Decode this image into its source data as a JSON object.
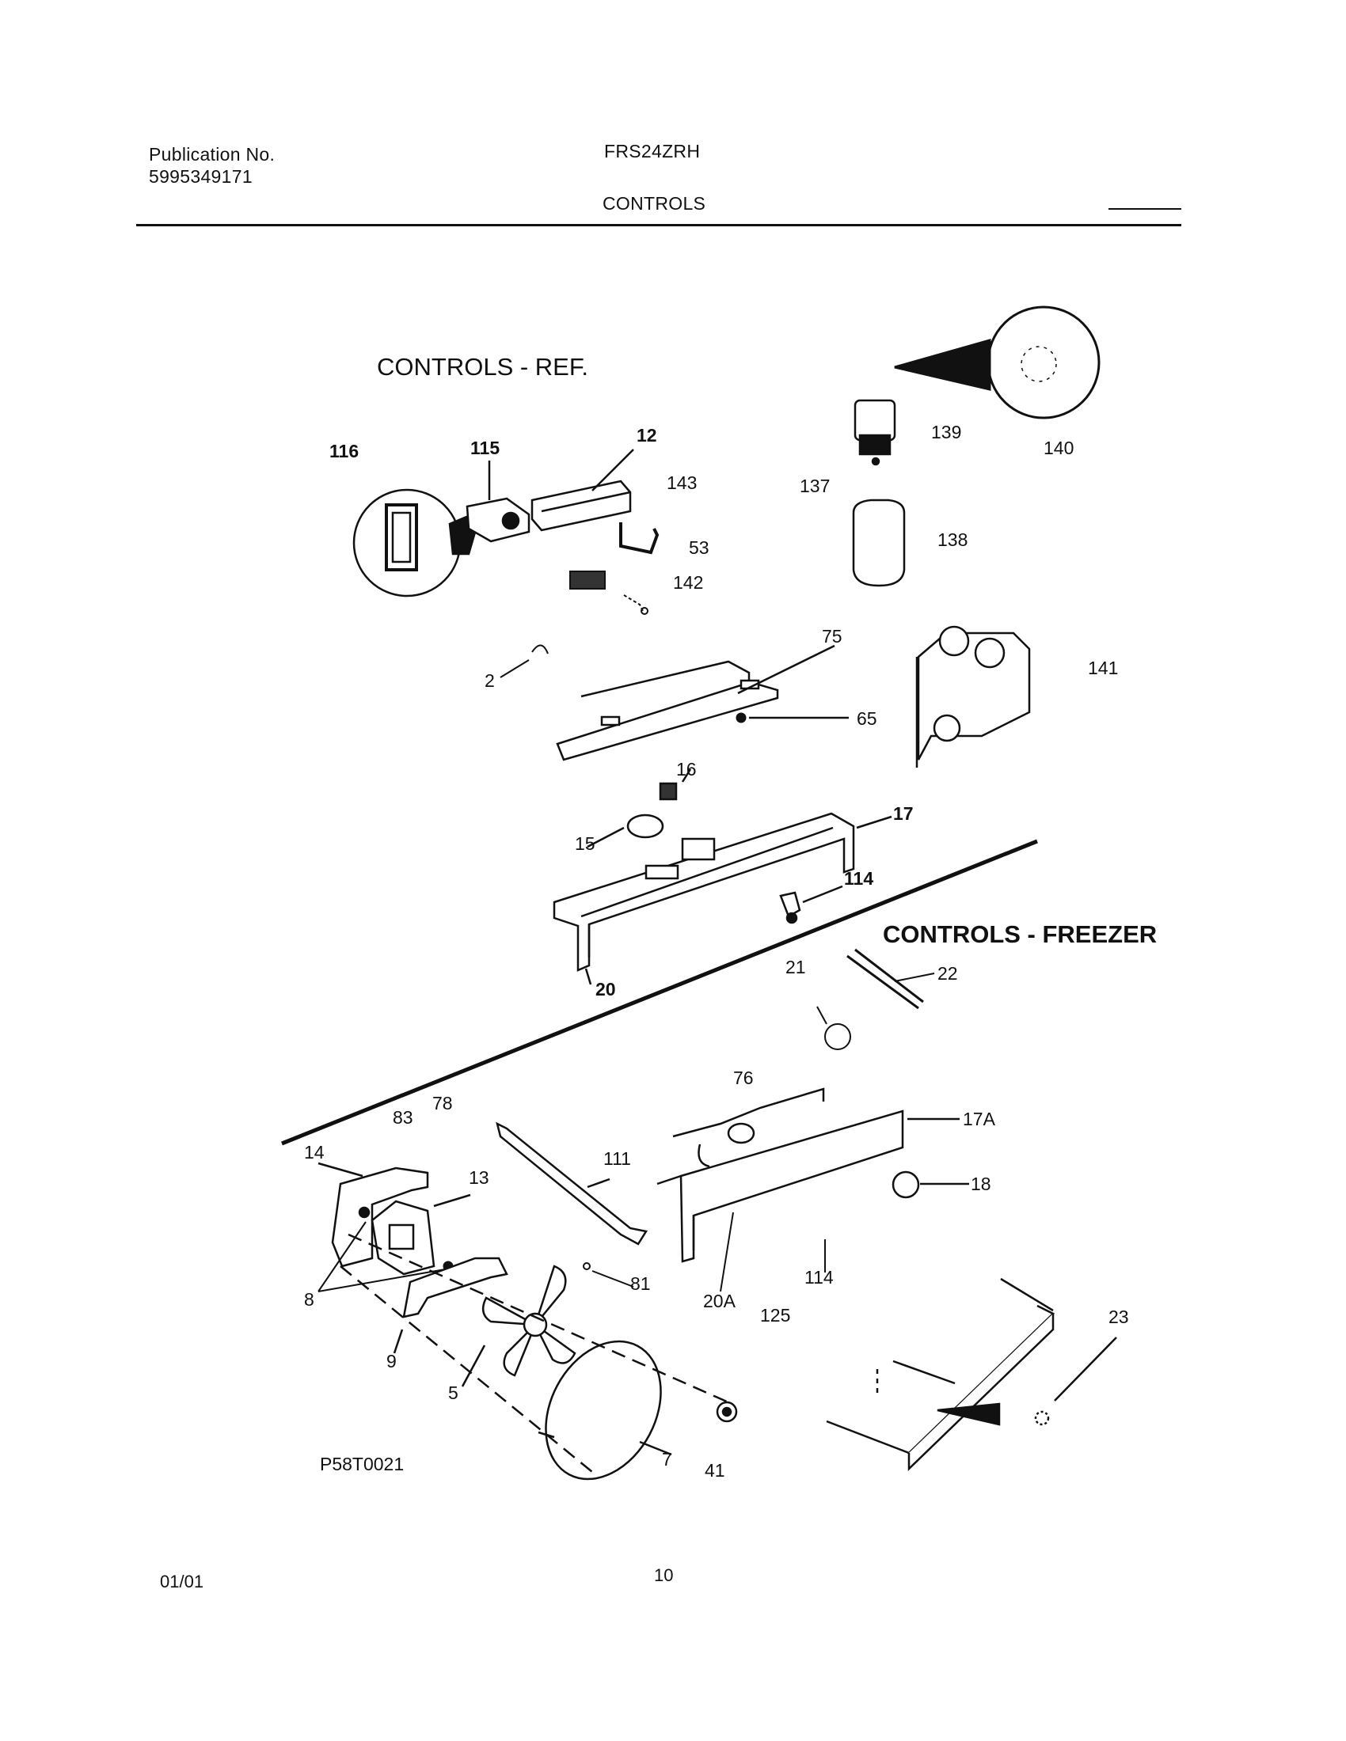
{
  "header": {
    "publication_label": "Publication No.",
    "publication_number": "5995349171",
    "model": "FRS24ZRH",
    "section": "CONTROLS"
  },
  "diagram": {
    "sections": {
      "ref": "CONTROLS  -  REF.",
      "freezer": "CONTROLS  -  FREEZER"
    },
    "figure_code": "P58T0021",
    "callouts": [
      {
        "id": "116",
        "label": "116"
      },
      {
        "id": "115",
        "label": "115"
      },
      {
        "id": "12",
        "label": "12"
      },
      {
        "id": "143",
        "label": "143"
      },
      {
        "id": "53",
        "label": "53"
      },
      {
        "id": "142",
        "label": "142"
      },
      {
        "id": "139",
        "label": "139"
      },
      {
        "id": "140",
        "label": "140"
      },
      {
        "id": "137",
        "label": "137"
      },
      {
        "id": "138",
        "label": "138"
      },
      {
        "id": "75",
        "label": "75"
      },
      {
        "id": "2",
        "label": "2"
      },
      {
        "id": "65",
        "label": "65"
      },
      {
        "id": "141",
        "label": "141"
      },
      {
        "id": "16",
        "label": "16"
      },
      {
        "id": "15",
        "label": "15"
      },
      {
        "id": "17",
        "label": "17"
      },
      {
        "id": "114a",
        "label": "114"
      },
      {
        "id": "20",
        "label": "20"
      },
      {
        "id": "21",
        "label": "21"
      },
      {
        "id": "22",
        "label": "22"
      },
      {
        "id": "76",
        "label": "76"
      },
      {
        "id": "17A",
        "label": "17A"
      },
      {
        "id": "83",
        "label": "83"
      },
      {
        "id": "78",
        "label": "78"
      },
      {
        "id": "14",
        "label": "14"
      },
      {
        "id": "13",
        "label": "13"
      },
      {
        "id": "111",
        "label": "111"
      },
      {
        "id": "18",
        "label": "18"
      },
      {
        "id": "8",
        "label": "8"
      },
      {
        "id": "81",
        "label": "81"
      },
      {
        "id": "20A",
        "label": "20A"
      },
      {
        "id": "114b",
        "label": "114"
      },
      {
        "id": "125",
        "label": "125"
      },
      {
        "id": "9",
        "label": "9"
      },
      {
        "id": "5",
        "label": "5"
      },
      {
        "id": "23",
        "label": "23"
      },
      {
        "id": "7",
        "label": "7"
      },
      {
        "id": "41",
        "label": "41"
      }
    ]
  },
  "footer": {
    "date": "01/01",
    "page": "10"
  }
}
